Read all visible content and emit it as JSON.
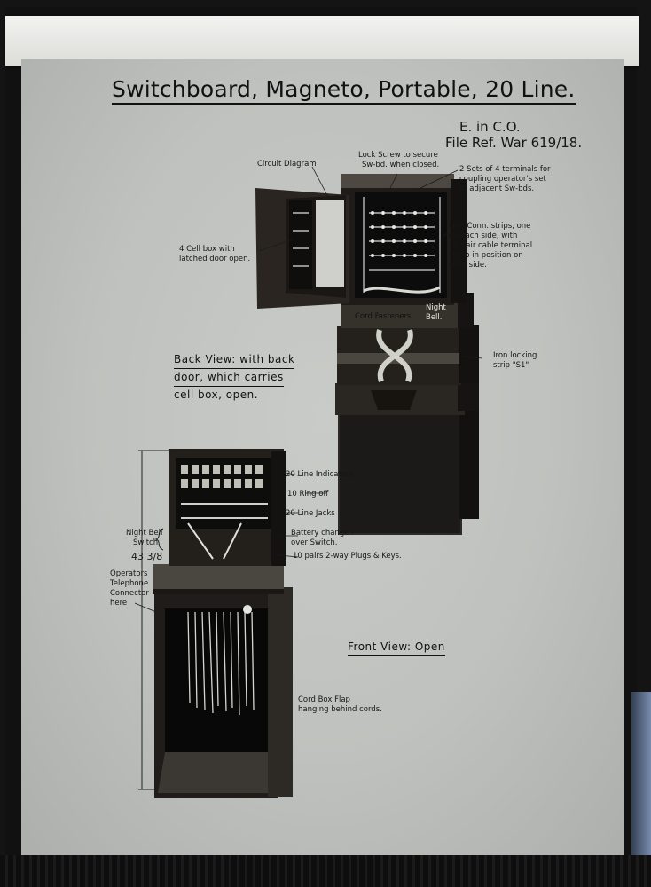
{
  "title": "Switchboard, Magneto, Portable, 20 Line.",
  "reference": {
    "line1": "E. in C.O.",
    "line2": "File Ref. War 619/18."
  },
  "back_view": {
    "caption": [
      "Back View: with back",
      "door, which carries",
      "cell box, open."
    ],
    "labels": {
      "circuit_diagram": "Circuit Diagram",
      "lock_screw": [
        "Lock Screw to secure",
        "Sw-bd. when closed."
      ],
      "terminals": [
        "2 Sets of 4 terminals for",
        "coupling operator's set",
        "to adjacent Sw-bds."
      ],
      "cell_box": [
        "4 Cell box with",
        "latched door open."
      ],
      "line_conn": [
        "Line Conn. strips, one",
        "on each side, with",
        "10-pair cable terminal",
        "comb in position on",
        "right side."
      ],
      "cord_fasteners": "Cord Fasteners",
      "night_bell": [
        "Night",
        "Bell."
      ],
      "iron_strip": [
        "Iron locking",
        "strip \"S1\""
      ]
    }
  },
  "front_view": {
    "caption": "Front View: Open",
    "labels": {
      "line_indicators": "20 Line Indicators",
      "ring_off": "10 Ring off",
      "line_jacks": "20 Line Jacks",
      "battery_change": [
        "Battery change -",
        "over Switch."
      ],
      "plugs_keys": "10 pairs 2-way Plugs & Keys.",
      "night_bell_switch": [
        "Night Bell",
        "Switch"
      ],
      "height": "43 3/8",
      "operators_connector": [
        "Operators",
        "Telephone",
        "Connector",
        "here"
      ],
      "cord_box_flap": [
        "Cord Box Flap",
        "hanging behind cords."
      ]
    }
  }
}
